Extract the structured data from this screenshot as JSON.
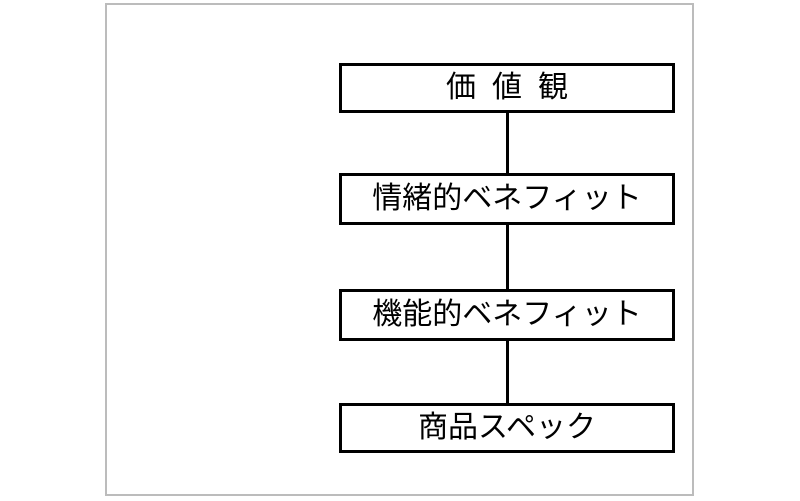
{
  "diagram": {
    "type": "vertical-hierarchy-flowchart",
    "orientation": "top-to-bottom",
    "frame_color": "#bcbcbc",
    "box_border_color": "#000000",
    "background_color": "#ffffff",
    "text_color": "#000000",
    "nodes": [
      {
        "id": "values",
        "label": "価値観"
      },
      {
        "id": "emotional-benefit",
        "label": "情緒的ベネフィット"
      },
      {
        "id": "functional-benefit",
        "label": "機能的ベネフィット"
      },
      {
        "id": "product-spec",
        "label": "商品スペック"
      }
    ],
    "connectors": [
      {
        "from": "values",
        "to": "emotional-benefit"
      },
      {
        "from": "emotional-benefit",
        "to": "functional-benefit"
      },
      {
        "from": "functional-benefit",
        "to": "product-spec"
      }
    ]
  }
}
